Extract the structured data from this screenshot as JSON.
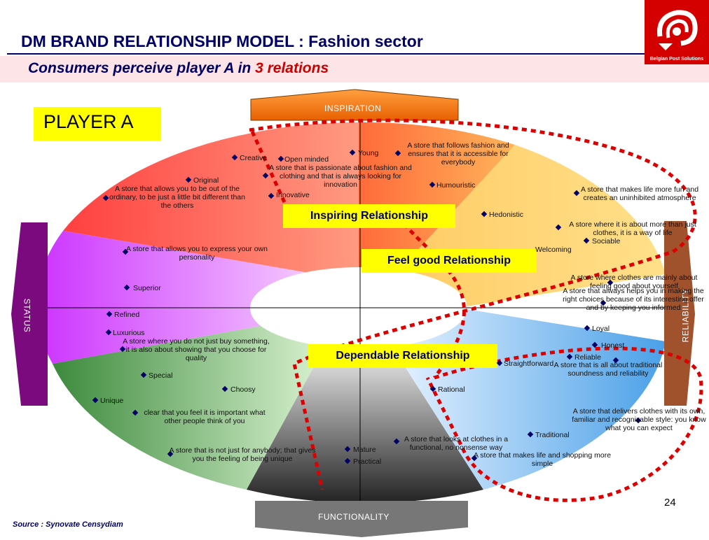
{
  "header": {
    "title": "DM BRAND RELATIONSHIP MODEL : Fashion sector",
    "subtitle_prefix": "Consumers perceive player A in",
    "subtitle_highlight": "3 relations",
    "logo_text": "Belgian Post Solutions"
  },
  "player": "PLAYER A",
  "axes": {
    "top": "INSPIRATION",
    "bottom": "FUNCTIONALITY",
    "left": "STATUS",
    "right": "RELIABILITY"
  },
  "relationships": {
    "inspiring": "Inspiring Relationship",
    "feel_good": "Feel good Relationship",
    "dependable": "Dependable Relationship"
  },
  "labels": {
    "creative": "Creative",
    "open_minded": "Open minded",
    "young": "Young",
    "follows_fashion": "A store that follows fashion and ensures that it is accessible for everybody",
    "original": "Original",
    "passionate": "A store that is passionate about fashion and clothing and that is always looking for innovation",
    "humouristic": "Humouristic",
    "out_of_ordinary": "A store that allows you to be out of the ordinary, to be just a little bit different than the others",
    "innovative": "Innovative",
    "more_fun": "A store that makes life more fun and creates an uninhibited atmosphere",
    "hedonistic": "Hedonistic",
    "way_of_life": "A store where it is about more than just clothes, it is a way of life",
    "sociable": "Sociable",
    "express_personality": "A store that allows you to express your own personality",
    "welcoming": "Welcoming",
    "feeling_good": "A store where clothes are mainly about feeling good about yourself",
    "superior": "Superior",
    "right_choices": "A store that always helps you in making the right choices because of its interesting offer and by keeping you informed",
    "refined": "Refined",
    "loyal": "Loyal",
    "luxurious": "Luxurious",
    "showing_quality": "A store where you do not just buy something, it is also about showing that you choose for quality",
    "honest": "Honest",
    "reliable": "Reliable",
    "straightforward": "Straightforward",
    "traditional_soundness": "A store that is all about traditional soundness and reliability",
    "special": "Special",
    "choosy": "Choosy",
    "rational": "Rational",
    "unique": "Unique",
    "important_what_others_think": "clear that you feel it is important what other people think of you",
    "familiar_style": "A store that delivers clothes with its own, familiar and recognizable style: you know what you can expect",
    "traditional": "Traditional",
    "functional": "A store that looks at clothes in a functional, no nonsense way",
    "not_just_anybody": "A store that is not just for anybody; that gives you the feeling of being unique",
    "mature": "Mature",
    "life_simpler": "A store that makes life and shopping more simple",
    "practical": "Practical"
  },
  "page_number": "24",
  "source": "Source : Synovate Censydiam",
  "colors": {
    "navy": "#000066",
    "accent_red": "#cc0000",
    "highlight_yellow": "#ffff00",
    "inspiration_orange": "#f57c00",
    "status_purple": "#7b0a7e",
    "reliability_brown": "#a0522d",
    "functionality_gray": "#777777"
  }
}
